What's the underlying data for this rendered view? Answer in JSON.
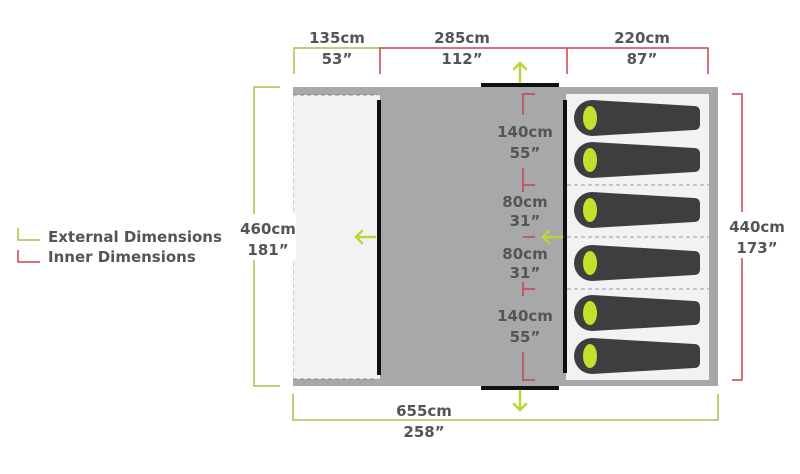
{
  "legend": {
    "external": "External Dimensions",
    "inner": "Inner Dimensions"
  },
  "colors": {
    "external": "#a8c04a",
    "inner": "#c8434f",
    "arrow": "#b9d53a",
    "floor": "#a7a8aa",
    "inner_floor": "#f2f2f4",
    "sleeping_bag": "#3e3e40",
    "sleeping_bag_head": "#c5df2d"
  },
  "dimensions": {
    "top": [
      {
        "cm": "135cm",
        "in": "53”"
      },
      {
        "cm": "285cm",
        "in": "112”"
      },
      {
        "cm": "220cm",
        "in": "87”"
      }
    ],
    "left": {
      "cm": "460cm",
      "in": "181”"
    },
    "right": {
      "cm": "440cm",
      "in": "173”"
    },
    "bottom": {
      "cm": "655cm",
      "in": "258”"
    },
    "bedrooms": [
      {
        "cm": "140cm",
        "in": "55”"
      },
      {
        "cm": "80cm",
        "in": "31”"
      },
      {
        "cm": "80cm",
        "in": "31”"
      },
      {
        "cm": "140cm",
        "in": "55”"
      }
    ]
  },
  "sleeping_bags": 6
}
